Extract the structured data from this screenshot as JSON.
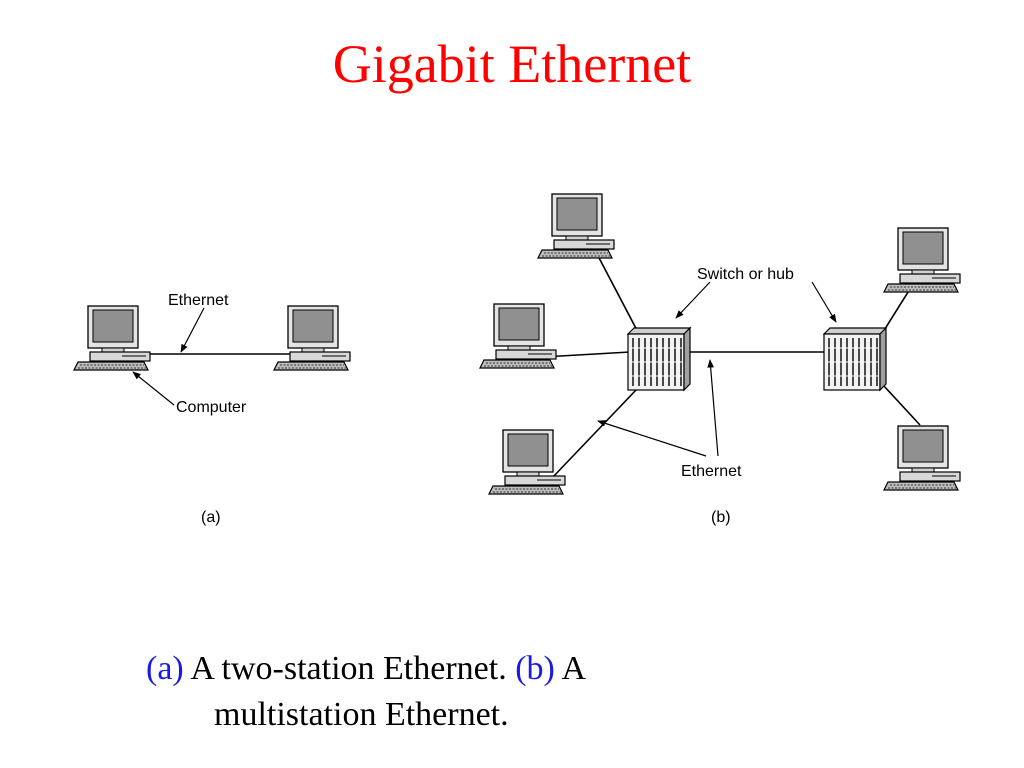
{
  "slide": {
    "title": "Gigabit Ethernet",
    "title_color": "#ff0000"
  },
  "diagram": {
    "a": {
      "label_ethernet": "Ethernet",
      "label_computer": "Computer",
      "sublabel": "(a)"
    },
    "b": {
      "label_switch": "Switch or hub",
      "label_ethernet": "Ethernet",
      "sublabel": "(b)"
    }
  },
  "caption": {
    "a_tag": "(a)",
    "a_text": " A two-station Ethernet. ",
    "b_tag": "(b)",
    "b_text_1": " A",
    "b_text_2": "multistation Ethernet.",
    "tag_color": "#1a1ae6"
  }
}
